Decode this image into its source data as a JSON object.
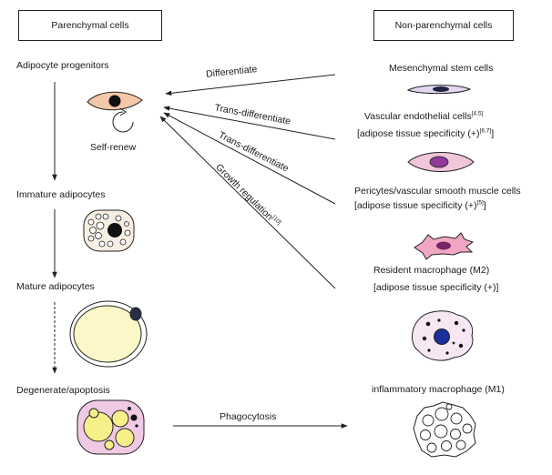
{
  "headers": {
    "left": "Parenchymal cells",
    "right": "Non-parenchymal cells"
  },
  "left_stages": {
    "progenitors": "Adipocyte progenitors",
    "self_renew": "Self-renew",
    "immature": "Immature adipocytes",
    "mature": "Mature adipocytes",
    "degenerate": "Degenerate/apoptosis"
  },
  "right_cells": {
    "msc": "Mesenchymal stem cells",
    "endothelial": "Vascular endothelial cells",
    "endothelial_ref": "[4,5]",
    "endothelial_spec": "[adipose tissue specificity (+)",
    "endothelial_spec_ref": "[6,7]",
    "endothelial_spec_close": "]",
    "pericytes": "Pericytes/vascular smooth muscle cells",
    "pericytes_spec": "[adipose tissue specificity (+)",
    "pericytes_spec_ref": "[5]",
    "pericytes_spec_close": "]",
    "m2": "Resident macrophage (M2)",
    "m2_spec": "[adipose tissue specificity (+)]",
    "m1": "inflammatory macrophage (M1)"
  },
  "arrows": {
    "differentiate": "Differentiate",
    "trans1": "Trans-differentiate",
    "trans2": "Trans-differentiate",
    "growth": "Growth regulation",
    "growth_ref": "[10]",
    "phagocytosis": "Phagocytosis"
  },
  "colors": {
    "progenitor_fill": "#f4c7a8",
    "msc_fill": "#e4d6f0",
    "endothelial_fill": "#f1c5da",
    "endothelial_nucleus": "#8e3b9a",
    "pericyte_fill": "#f1a6c3",
    "pericyte_nucleus": "#7a2466",
    "mature_fill": "#fbf7c8",
    "degenerate_cell": "#f0c9e4",
    "degenerate_droplet": "#f6f08a",
    "m2_fill": "#f6e7f3",
    "m2_nucleus": "#1d2f9a",
    "nucleus_dark": "#111111"
  }
}
